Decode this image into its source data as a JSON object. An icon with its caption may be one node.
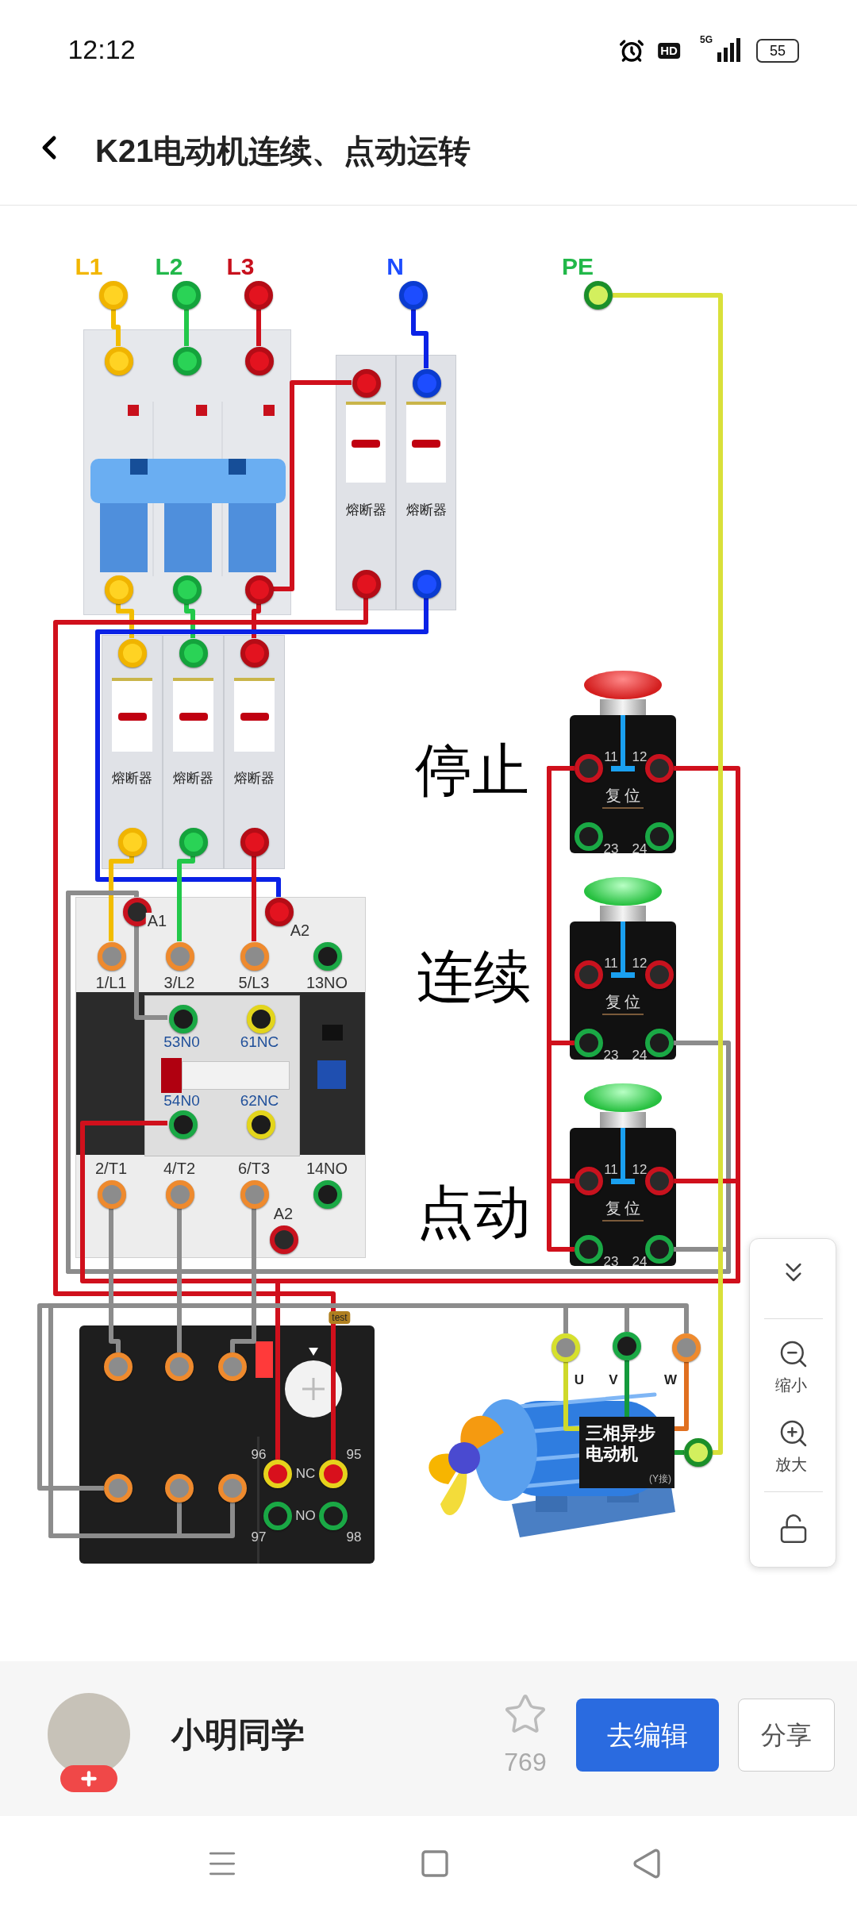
{
  "diagram": {
    "title": "K21电动机连续、点动运转",
    "nodes": [
      {
        "text": [],
        "shape": "circle",
        "beside": [
          "L1"
        ]
      },
      {
        "text": [],
        "shape": "circle",
        "beside": [
          "L2"
        ]
      },
      {
        "text": [],
        "shape": "circle",
        "beside": [
          "L3"
        ]
      },
      {
        "text": [],
        "shape": "circle",
        "beside": [
          "N"
        ]
      },
      {
        "text": [],
        "shape": "circle",
        "beside": [
          "PE"
        ]
      },
      {
        "text": [],
        "shape": "box"
      },
      {
        "text": [],
        "shape": "circle",
        "in": 5
      },
      {
        "text": [],
        "shape": "circle",
        "in": 5
      },
      {
        "text": [],
        "shape": "circle",
        "in": 5
      },
      {
        "text": [],
        "shape": "circle",
        "in": 5
      },
      {
        "text": [],
        "shape": "circle",
        "in": 5
      },
      {
        "text": [],
        "shape": "circle",
        "in": 5
      },
      {
        "text": [
          "熔断器"
        ]
      },
      {
        "text": [],
        "shape": "circle",
        "in": 12
      },
      {
        "text": [],
        "shape": "circle",
        "in": 12
      },
      {
        "text": [
          "熔断器"
        ]
      },
      {
        "text": [],
        "shape": "circle",
        "in": 15
      },
      {
        "text": [],
        "shape": "circle",
        "in": 15
      },
      {
        "text": [
          "熔断器"
        ]
      },
      {
        "text": [],
        "shape": "circle",
        "in": 18
      },
      {
        "text": [],
        "shape": "circle",
        "in": 18
      },
      {
        "text": [
          "熔断器"
        ]
      },
      {
        "text": [],
        "shape": "circle",
        "in": 21
      },
      {
        "text": [],
        "shape": "circle",
        "in": 21
      },
      {
        "text": [
          "熔断器"
        ]
      },
      {
        "text": [],
        "shape": "circle",
        "in": 24
      },
      {
        "text": [],
        "shape": "circle",
        "in": 24
      },
      {
        "text": [],
        "shape": "box"
      },
      {
        "text": [],
        "shape": "circle",
        "in": 27,
        "beside": [
          "A1"
        ]
      },
      {
        "text": [],
        "shape": "circle",
        "in": 27,
        "beside": [
          "A2"
        ]
      },
      {
        "text": [],
        "shape": "circle",
        "in": 27,
        "beside": [
          "1/L1"
        ]
      },
      {
        "text": [],
        "shape": "circle",
        "in": 27,
        "beside": [
          "3/L2"
        ]
      },
      {
        "text": [],
        "shape": "circle",
        "in": 27,
        "beside": [
          "5/L3"
        ]
      },
      {
        "text": [],
        "shape": "circle",
        "in": 27,
        "beside": [
          "13NO"
        ]
      },
      {
        "text": [],
        "shape": "box",
        "in": 27
      },
      {
        "text": [],
        "shape": "circle",
        "in": 34,
        "beside": [
          "53N0"
        ]
      },
      {
        "text": [],
        "shape": "circle",
        "in": 34,
        "beside": [
          "61NC"
        ]
      },
      {
        "text": [],
        "shape": "circle",
        "in": 34,
        "beside": [
          "54N0"
        ]
      },
      {
        "text": [],
        "shape": "circle",
        "in": 34,
        "beside": [
          "62NC"
        ]
      },
      {
        "text": [],
        "shape": "circle",
        "in": 27,
        "beside": [
          "2/T1"
        ]
      },
      {
        "text": [],
        "shape": "circle",
        "in": 27,
        "beside": [
          "4/T2"
        ]
      },
      {
        "text": [],
        "shape": "circle",
        "in": 27,
        "beside": [
          "6/T3"
        ]
      },
      {
        "text": [],
        "shape": "circle",
        "in": 27,
        "beside": [
          "14NO"
        ]
      },
      {
        "text": [],
        "shape": "circle",
        "in": 27,
        "beside": [
          "A2"
        ]
      },
      {
        "text": [],
        "shape": "box"
      },
      {
        "text": [],
        "shape": "circle",
        "in": 44
      },
      {
        "text": [],
        "shape": "circle",
        "in": 44
      },
      {
        "text": [],
        "shape": "circle",
        "in": 44
      },
      {
        "text": [],
        "shape": "circle",
        "in": 44
      },
      {
        "text": [],
        "shape": "circle",
        "in": 44
      },
      {
        "text": [],
        "shape": "circle",
        "in": 44
      },
      {
        "text": [],
        "shape": "circle",
        "in": 44,
        "beside": [
          "96"
        ]
      },
      {
        "text": [],
        "shape": "circle",
        "in": 44,
        "beside": [
          "95"
        ]
      },
      {
        "text": [],
        "shape": "circle",
        "in": 44,
        "beside": [
          "97"
        ]
      },
      {
        "text": [],
        "shape": "circle",
        "in": 44,
        "beside": [
          "98"
        ]
      },
      {
        "text": [],
        "shape": "circle",
        "beside": [
          "U"
        ]
      },
      {
        "text": [],
        "shape": "circle",
        "beside": [
          "V"
        ]
      },
      {
        "text": [],
        "shape": "circle",
        "beside": [
          "W"
        ]
      },
      {
        "text": [
          "三相异步电动机",
          "(Y接)"
        ]
      },
      {
        "text": [],
        "shape": "circle"
      },
      {
        "text": [
          "复位"
        ],
        "beside": [
          "停止"
        ]
      },
      {
        "text": [],
        "shape": "circle",
        "in": 60,
        "beside": [
          "11"
        ]
      },
      {
        "text": [],
        "shape": "circle",
        "in": 60,
        "beside": [
          "12"
        ]
      },
      {
        "text": [],
        "shape": "circle",
        "in": 60,
        "beside": [
          "23"
        ]
      },
      {
        "text": [],
        "shape": "circle",
        "in": 60,
        "beside": [
          "24"
        ]
      },
      {
        "text": [
          "复位"
        ],
        "beside": [
          "连续"
        ]
      },
      {
        "text": [],
        "shape": "circle",
        "in": 65,
        "beside": [
          "11"
        ]
      },
      {
        "text": [],
        "shape": "circle",
        "in": 65,
        "beside": [
          "12"
        ]
      },
      {
        "text": [],
        "shape": "circle",
        "in": 65,
        "beside": [
          "23"
        ]
      },
      {
        "text": [],
        "shape": "circle",
        "in": 65,
        "beside": [
          "24"
        ]
      },
      {
        "text": [
          "复位"
        ],
        "beside": [
          "点动"
        ]
      },
      {
        "text": [],
        "shape": "circle",
        "in": 70,
        "beside": [
          "11"
        ]
      },
      {
        "text": [],
        "shape": "circle",
        "in": 70,
        "beside": [
          "12"
        ]
      },
      {
        "text": [],
        "shape": "circle",
        "in": 70,
        "beside": [
          "23"
        ]
      },
      {
        "text": [],
        "shape": "circle",
        "in": 70,
        "beside": [
          "24"
        ]
      }
    ],
    "edges": [
      {
        "from": 0,
        "to": 6,
        "arrow": "none",
        "color": "#f2bd00"
      },
      {
        "from": 1,
        "to": 7,
        "arrow": "none",
        "color": "#22c84a"
      },
      {
        "from": 2,
        "to": 8,
        "arrow": "none"
      },
      {
        "from": 3,
        "to": 16,
        "arrow": "none",
        "color": "#0b22e6"
      },
      {
        "from": 9,
        "to": 19,
        "arrow": "none",
        "color": "#f2bd00"
      },
      {
        "from": 10,
        "to": 22,
        "arrow": "none",
        "color": "#22c84a"
      },
      {
        "from": 11,
        "to": 25,
        "arrow": "none"
      },
      {
        "from": 11,
        "to": 13,
        "arrow": "none"
      },
      {
        "from": 14,
        "to": 52,
        "arrow": "none"
      },
      {
        "from": 17,
        "to": 29,
        "arrow": "none",
        "color": "#0b22e6"
      },
      {
        "from": 20,
        "to": 30,
        "arrow": "none",
        "color": "#f2bd00"
      },
      {
        "from": 23,
        "to": 31,
        "arrow": "none",
        "color": "#22c84a"
      },
      {
        "from": 26,
        "to": 32,
        "arrow": "none"
      },
      {
        "from": 51,
        "to": 62,
        "arrow": "none"
      },
      {
        "from": 35,
        "to": 28,
        "arrow": "none",
        "color": "#8c8c8c"
      },
      {
        "from": 69,
        "to": 28,
        "arrow": "none",
        "color": "#8c8c8c"
      },
      {
        "from": 74,
        "to": 28,
        "arrow": "none",
        "color": "#8c8c8c"
      },
      {
        "from": 72,
        "to": 37,
        "arrow": "none"
      },
      {
        "from": 61,
        "to": 68,
        "arrow": "none"
      },
      {
        "from": 61,
        "to": 71,
        "arrow": "none"
      },
      {
        "from": 61,
        "to": 73,
        "arrow": "none"
      },
      {
        "from": 4,
        "to": 59,
        "arrow": "none",
        "color": "#d9e03a"
      },
      {
        "from": 39,
        "to": 45,
        "arrow": "none",
        "color": "#8c8c8c"
      },
      {
        "from": 40,
        "to": 46,
        "arrow": "none",
        "color": "#8c8c8c"
      },
      {
        "from": 41,
        "to": 47,
        "arrow": "none",
        "color": "#8c8c8c"
      },
      {
        "from": 48,
        "to": 55,
        "arrow": "none",
        "color": "#8c8c8c"
      },
      {
        "from": 49,
        "to": 56,
        "arrow": "none",
        "color": "#8c8c8c"
      },
      {
        "from": 50,
        "to": 57,
        "arrow": "none",
        "color": "#8c8c8c"
      },
      {
        "from": 55,
        "to": 58,
        "arrow": "none",
        "color": "#cfd92a"
      },
      {
        "from": 56,
        "to": 58,
        "arrow": "none",
        "color": "#149a3c"
      },
      {
        "from": 57,
        "to": 58,
        "arrow": "none",
        "color": "#e07020"
      },
      {
        "from": 59,
        "to": 58,
        "arrow": "none",
        "color": "#1e9e35"
      }
    ],
    "labels": [
      "12:12",
      "HD",
      "5G",
      "55",
      "test",
      "缩小",
      "放大",
      "NC",
      "NO",
      "小明同学",
      "769",
      "去编辑",
      "分享"
    ]
  }
}
